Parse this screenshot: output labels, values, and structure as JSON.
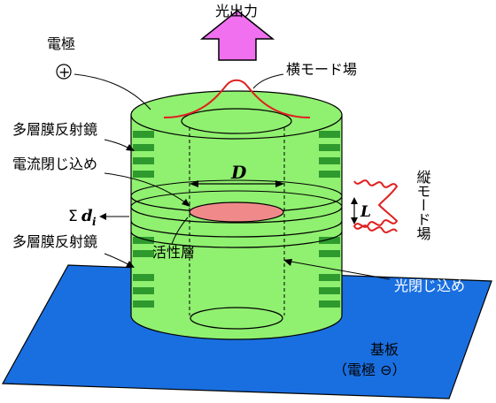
{
  "labels": {
    "light_output": "光出力",
    "electrode": "電極",
    "electrode_plus": "+",
    "transverse_mode": "横モード場",
    "dbr_top": "多層膜反射鏡",
    "current_confinement": "電流閉じ込め",
    "diameter": "D",
    "sum_symbol": "Σ",
    "di_main": "d",
    "di_sub": "i",
    "dbr_bottom": "多層膜反射鏡",
    "active_layer": "活性層",
    "longitudinal_mode": "縦モード場",
    "length": "L",
    "optical_confinement": "光閉じ込め",
    "substrate": "基板",
    "substrate_electrode": "（電極 ⊖）"
  },
  "colors": {
    "substrate": "#1a6fe0",
    "cylinder": "#90f070",
    "dbr_stripe": "#2e9a2e",
    "active": "#f08a8a",
    "arrow": "#f070f0",
    "mode_curve": "#e02020"
  }
}
